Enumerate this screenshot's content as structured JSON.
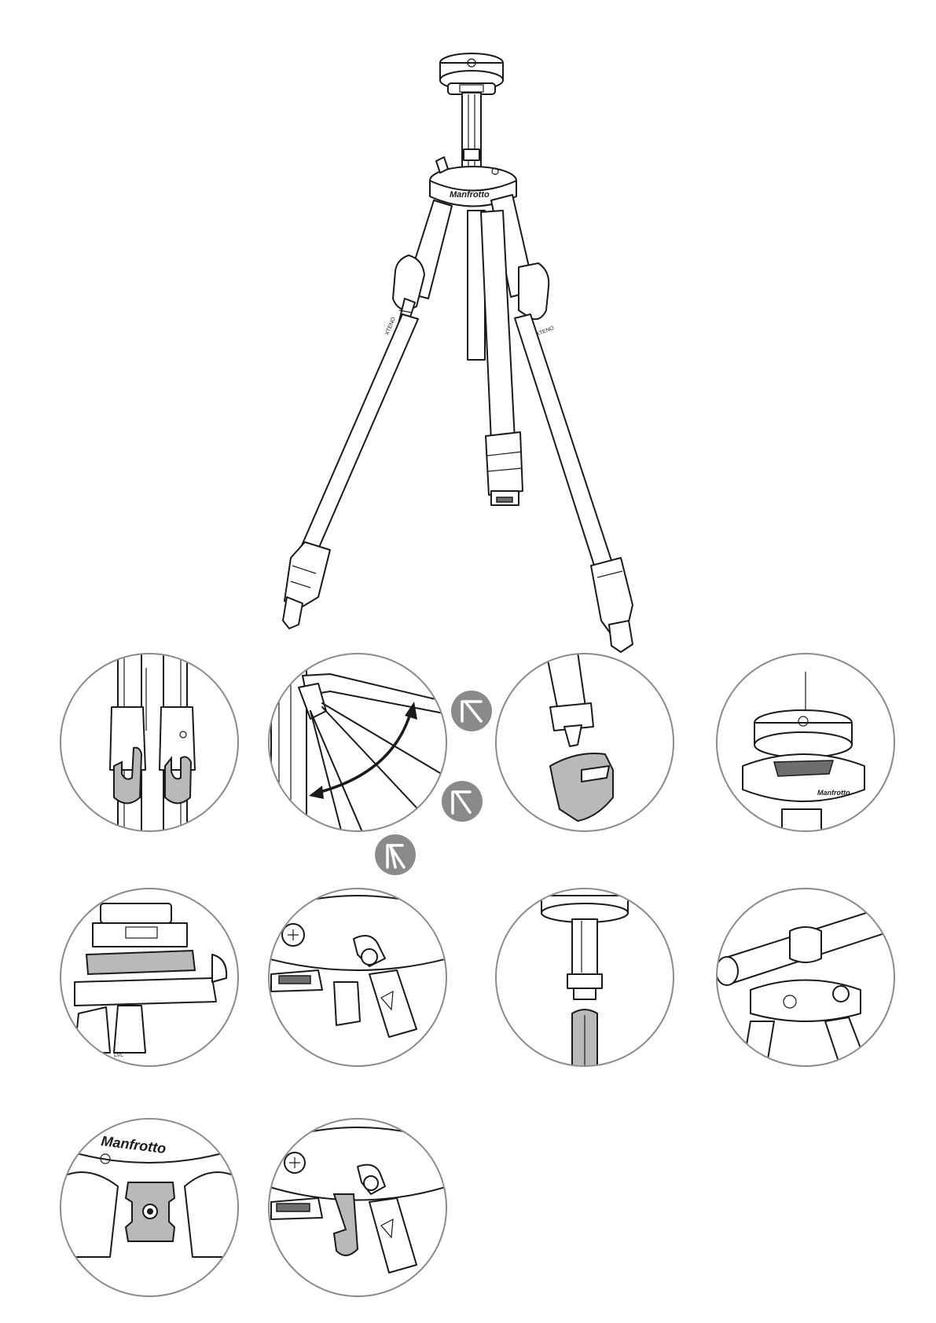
{
  "labels": {
    "leg_left": "XTENO",
    "leg_right": "XTENO",
    "brand_main": "Manfrotto",
    "brand_detail_top": "Manfrotto",
    "brand_detail_bottom": "Manfrotto",
    "lvl": "LVL"
  },
  "icons": {
    "angle_badges": [
      "leg-angle-1-icon",
      "leg-angle-2-icon",
      "leg-angle-3-icon"
    ]
  },
  "colors": {
    "line": "#1a1a1a",
    "highlight_grey": "#b9b9b9",
    "badge_grey": "#8a8a8a"
  }
}
